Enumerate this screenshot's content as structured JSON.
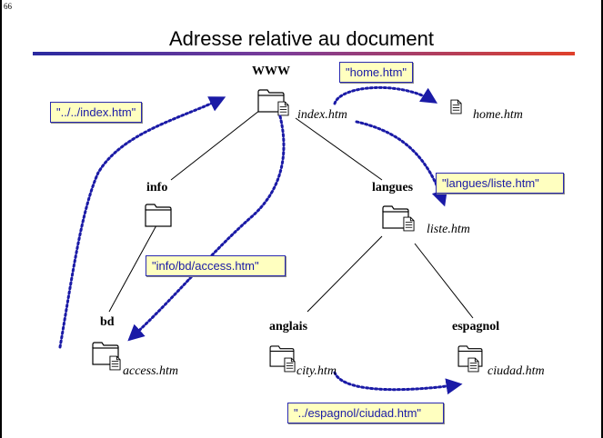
{
  "slide": {
    "page_number": "66",
    "title": "Adresse relative au document"
  },
  "folders": {
    "www": "WWW",
    "info": "info",
    "langues": "langues",
    "bd": "bd",
    "anglais": "anglais",
    "espagnol": "espagnol"
  },
  "files": {
    "index": "index.htm",
    "home": "home.htm",
    "liste": "liste.htm",
    "access": "access.htm",
    "city": "city.htm",
    "ciudad": "ciudad.htm"
  },
  "links": {
    "home": "\"home.htm\"",
    "index_up": "\"../../index.htm\"",
    "langues": "\"langues/liste.htm\"",
    "access": "\"info/bd/access.htm\"",
    "ciudad": "\"../espagnol/ciudad.htm\""
  },
  "colors": {
    "callout_fill": "#ffffc0",
    "link_color": "#1a1aa6"
  },
  "icons": [
    "folder-icon",
    "document-icon"
  ]
}
